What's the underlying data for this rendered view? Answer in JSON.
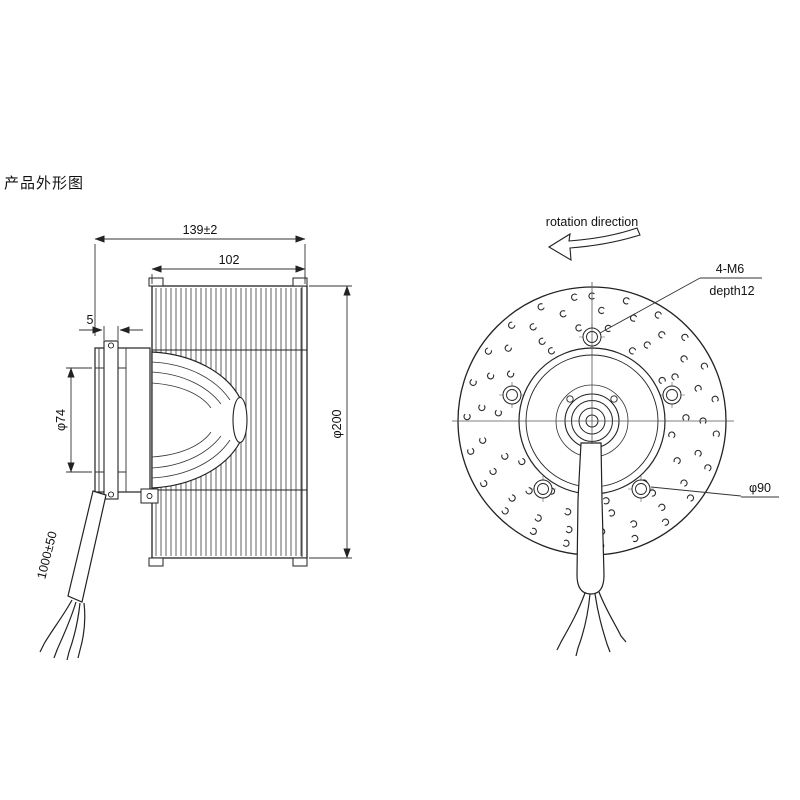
{
  "title": "产品外形图",
  "side_view": {
    "dim_total_depth": "139±2",
    "dim_body_depth": "102",
    "dim_flange_thickness": "5",
    "dim_motor_diameter": "φ74",
    "dim_impeller_diameter": "φ200",
    "dim_cable_length": "1000±50"
  },
  "front_view": {
    "rotation_label": "rotation direction",
    "mount_hole_spec": "4-M6",
    "mount_hole_depth": "depth12",
    "bolt_circle_diameter": "φ90"
  },
  "colors": {
    "line": "#222222",
    "dimension_line": "#333333",
    "background": "#ffffff"
  }
}
